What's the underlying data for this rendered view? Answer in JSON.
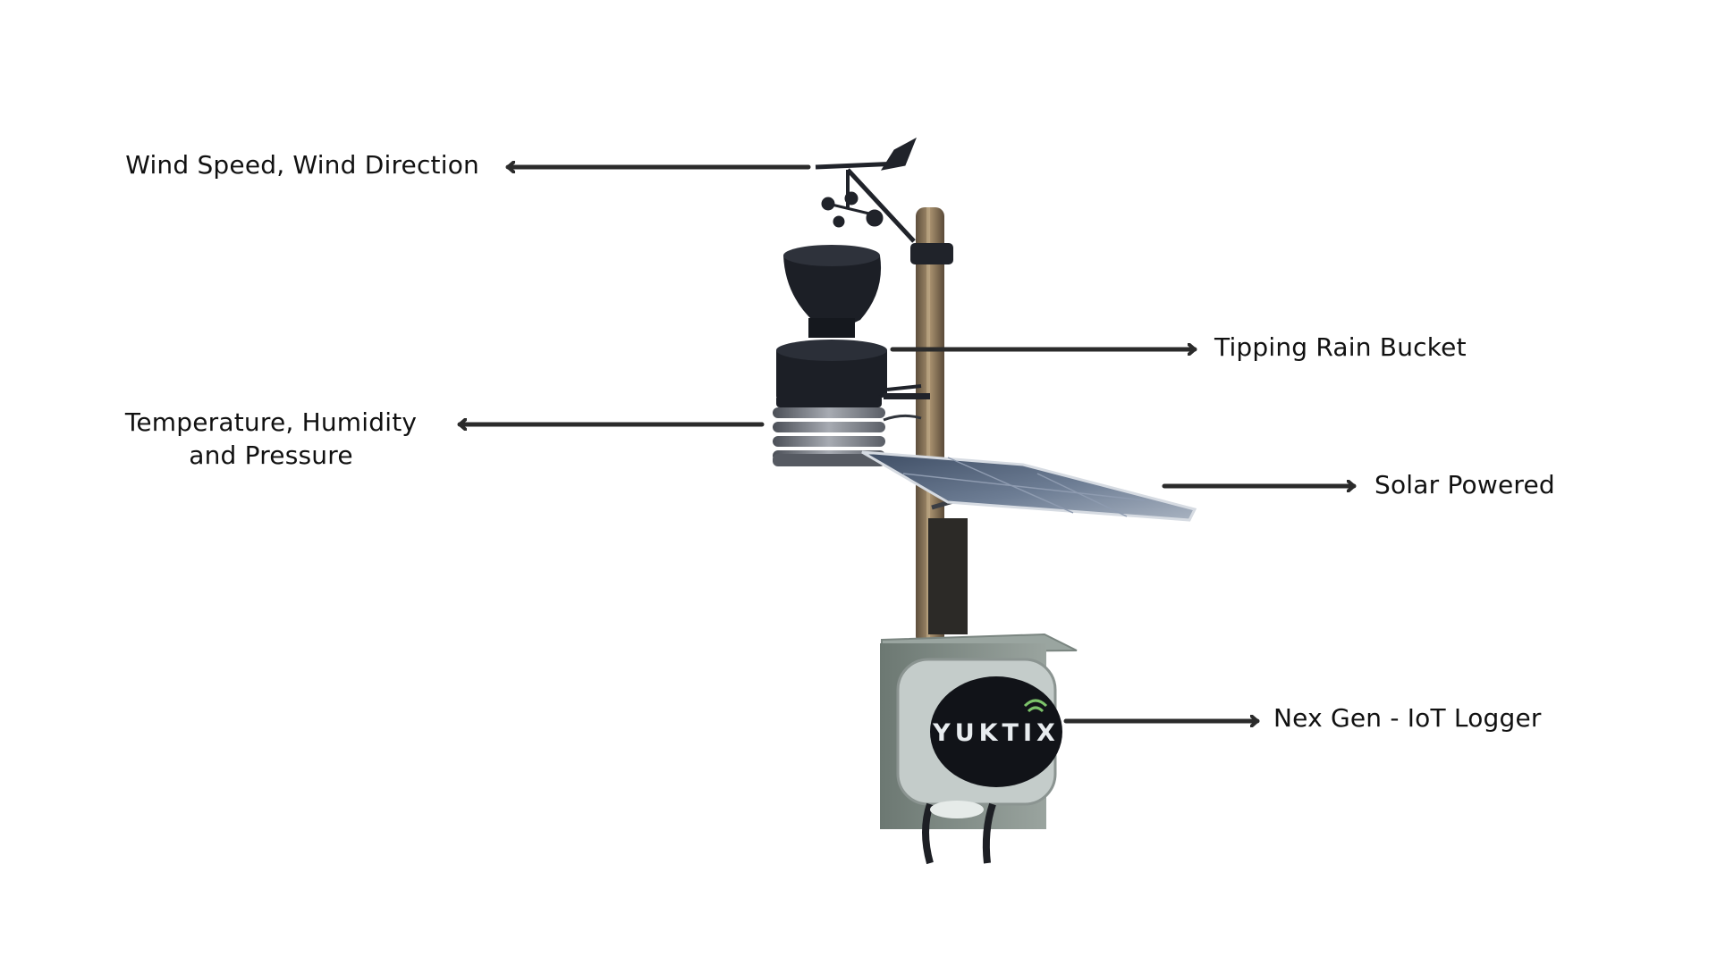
{
  "labels": {
    "wind": "Wind Speed, Wind Direction",
    "temperature": "Temperature, Humidity and Pressure",
    "rain": "Tipping Rain Bucket",
    "solar": "Solar Powered",
    "logger": "Nex Gen - IoT Logger"
  },
  "logger_brand": "YUKTIX",
  "colors": {
    "arrow": "#2b2b2b",
    "text": "#111111",
    "pole": "#8a7458",
    "enclosure": "#7d8983",
    "sensor_body": "#1c1f26",
    "solar_panel": "#5f6f85"
  }
}
